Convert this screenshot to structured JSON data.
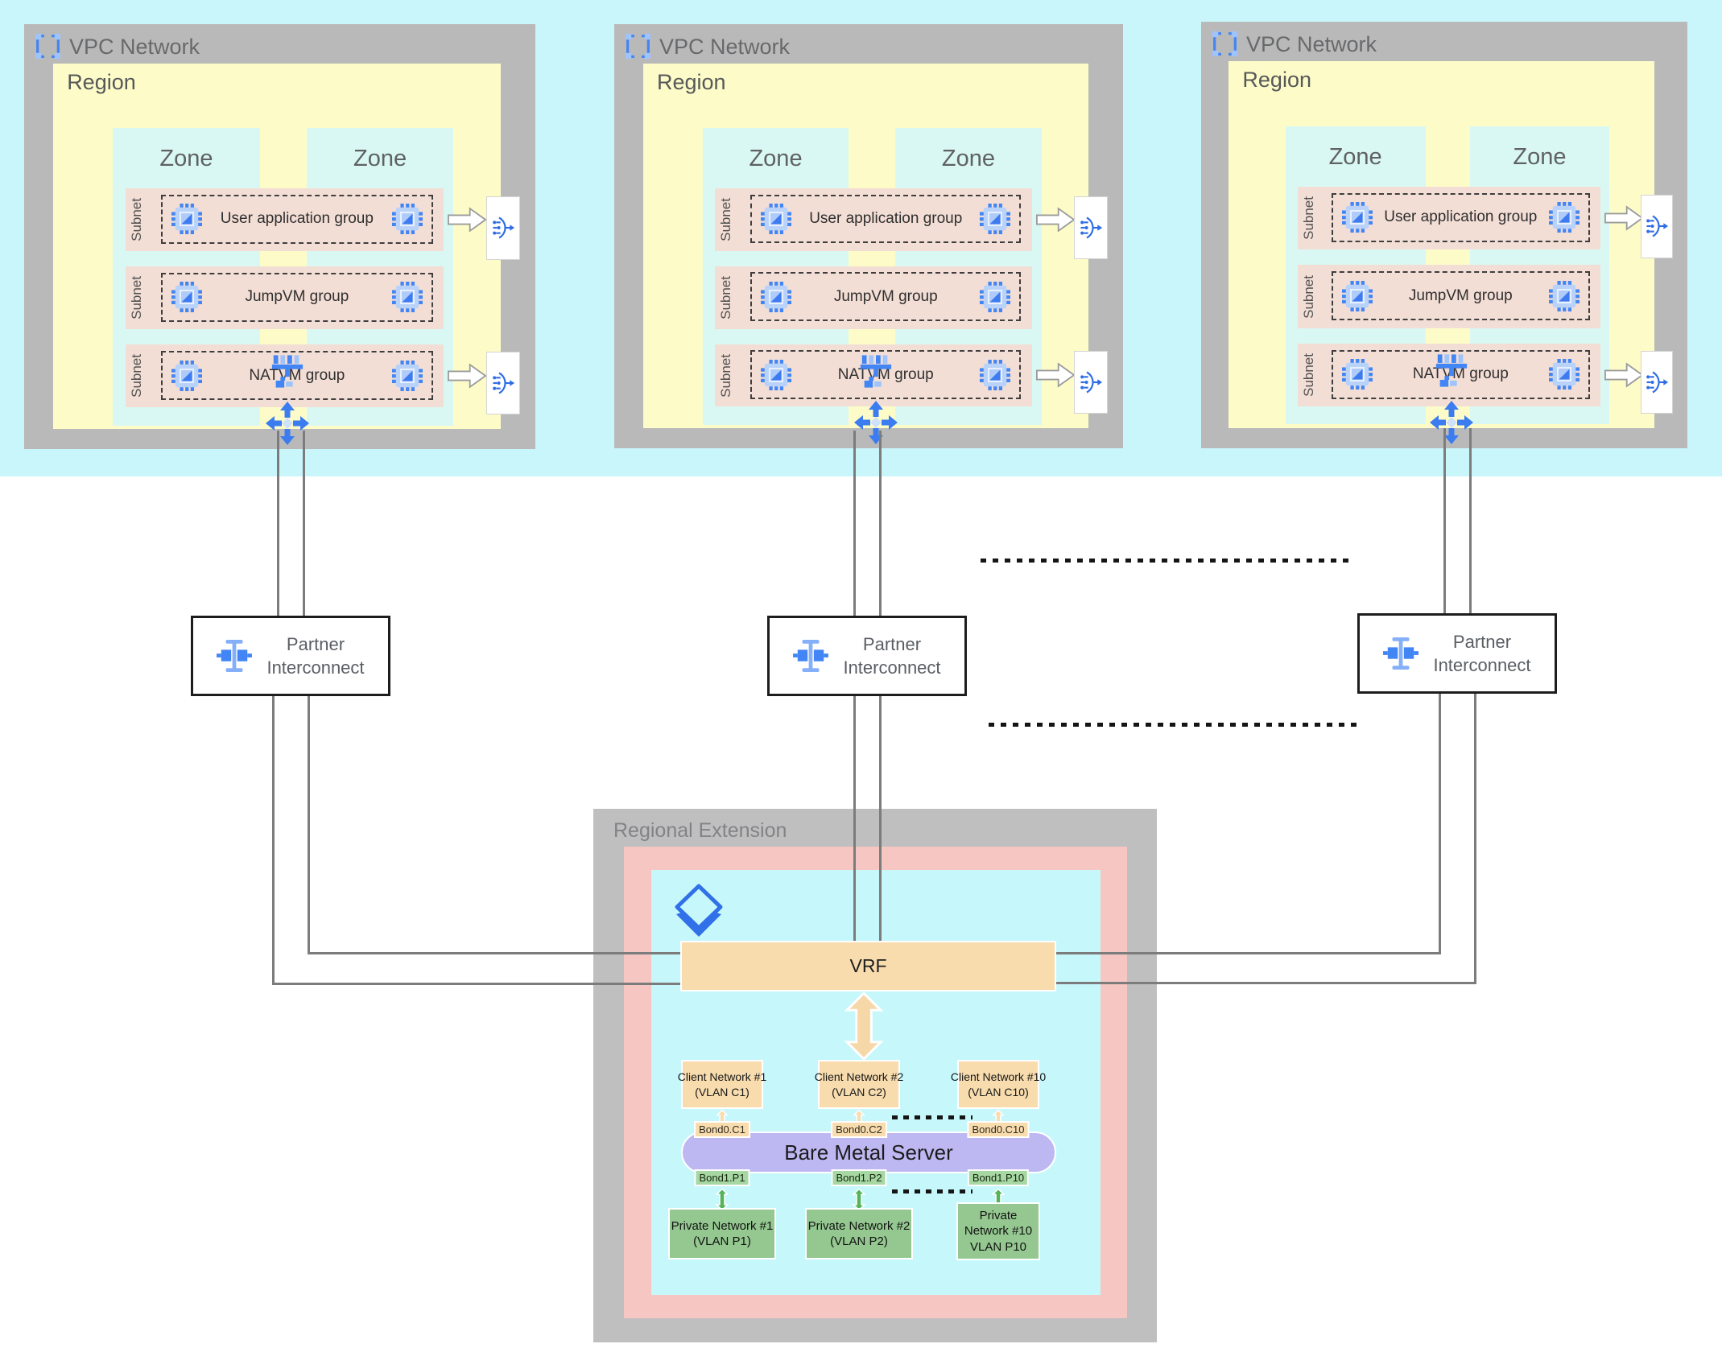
{
  "vpcs": [
    {
      "title": "VPC Network",
      "region": "Region",
      "zone_left": "Zone",
      "zone_right": "Zone",
      "subnets": [
        {
          "label": "Subnet",
          "group": "User application group"
        },
        {
          "label": "Subnet",
          "group": "JumpVM group"
        },
        {
          "label": "Subnet",
          "group": "NATVM group"
        }
      ]
    },
    {
      "title": "VPC Network",
      "region": "Region",
      "zone_left": "Zone",
      "zone_right": "Zone",
      "subnets": [
        {
          "label": "Subnet",
          "group": "User application group"
        },
        {
          "label": "Subnet",
          "group": "JumpVM group"
        },
        {
          "label": "Subnet",
          "group": "NATVM group"
        }
      ]
    },
    {
      "title": "VPC Network",
      "region": "Region",
      "zone_left": "Zone",
      "zone_right": "Zone",
      "subnets": [
        {
          "label": "Subnet",
          "group": "User application group"
        },
        {
          "label": "Subnet",
          "group": "JumpVM group"
        },
        {
          "label": "Subnet",
          "group": "NATVM group"
        }
      ]
    }
  ],
  "partner_interconnects": [
    {
      "line1": "Partner",
      "line2": "Interconnect"
    },
    {
      "line1": "Partner",
      "line2": "Interconnect"
    },
    {
      "line1": "Partner",
      "line2": "Interconnect"
    }
  ],
  "regional_extension": {
    "title": "Regional Extension",
    "vrf": "VRF",
    "bare_metal_server": "Bare Metal Server",
    "client_networks": [
      {
        "name": "Client Network #1",
        "vlan": "(VLAN C1)",
        "bond": "Bond0.C1"
      },
      {
        "name": "Client Network #2",
        "vlan": "(VLAN C2)",
        "bond": "Bond0.C2"
      },
      {
        "name": "Client Network #10",
        "vlan": "(VLAN C10)",
        "bond": "Bond0.C10"
      }
    ],
    "private_networks": [
      {
        "name": "Private Network #1",
        "vlan": "(VLAN P1)",
        "bond": "Bond1.P1"
      },
      {
        "name": "Private Network #2",
        "vlan": "(VLAN P2)",
        "bond": "Bond1.P2"
      },
      {
        "name": "Private Network #10",
        "vlan": "VLAN P10",
        "bond": "Bond1.P10"
      }
    ]
  },
  "icons": {
    "vpc": "vpc-selection-icon",
    "vm": "vm-chip-icon",
    "load_balancer": "load-balancer-icon",
    "switch": "network-switch-icon",
    "router": "cloud-router-icon",
    "interconnect": "interconnect-icon",
    "layers": "layers-stack-icon"
  },
  "colors": {
    "top_band": "#c8f6fb",
    "frame_gray": "#b9b9b9",
    "region_yellow": "#fdfcc8",
    "zone_mint": "#d9f8f3",
    "subnet_pink": "#f3ded5",
    "extension_pink": "#f6c6c2",
    "inner_cyan": "#c6f8fb",
    "tan": "#f8dcae",
    "server_purple": "#bdb8f2",
    "private_green": "#94c890",
    "bond_green": "#a7d8a3",
    "icon_blue": "#4285f4",
    "icon_light_blue": "#9ec4fb",
    "line_gray": "#7c7c7c"
  }
}
